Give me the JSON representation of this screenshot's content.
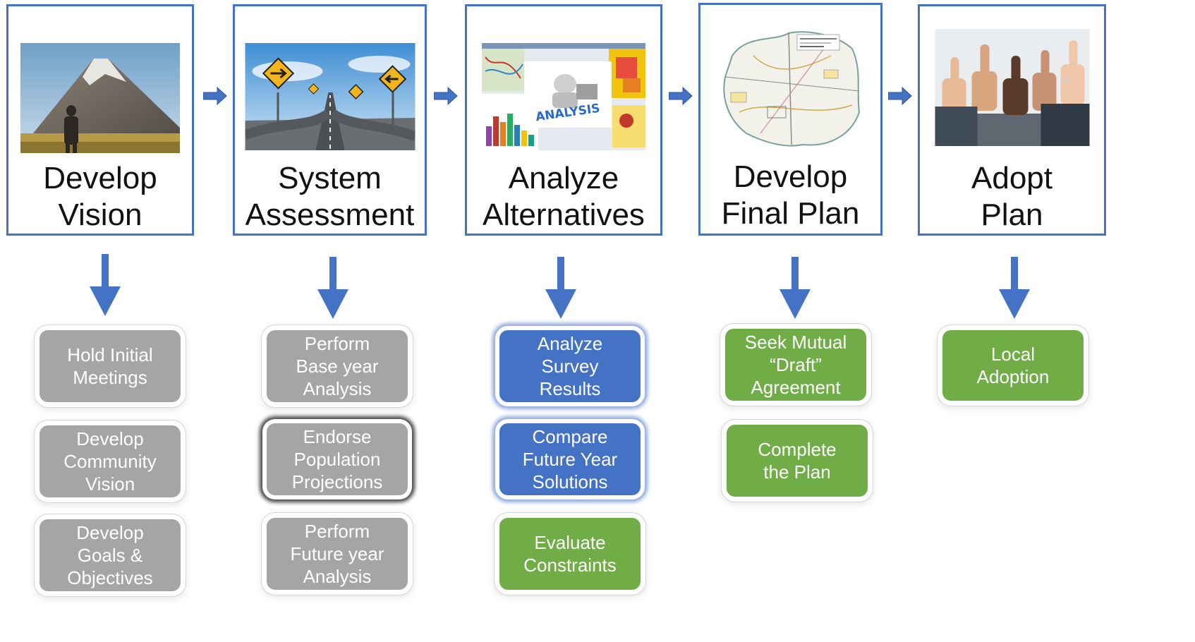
{
  "colors": {
    "stage_border": "#4472c4",
    "arrow": "#4472c4",
    "task_gray": "#a5a5a5",
    "task_blue": "#4472c4",
    "task_green": "#70ad47"
  },
  "stages": [
    {
      "title": "Develop\nVision",
      "image": "mountain-hiker-photo",
      "tasks": [
        {
          "label": "Hold Initial\nMeetings",
          "color": "gray"
        },
        {
          "label": "Develop\nCommunity\nVision",
          "color": "gray"
        },
        {
          "label": "Develop\nGoals &\nObjectives",
          "color": "gray"
        }
      ]
    },
    {
      "title": "System\nAssessment",
      "image": "road-signs-photo",
      "tasks": [
        {
          "label": "Perform\nBase year\nAnalysis",
          "color": "gray"
        },
        {
          "label": "Endorse\nPopulation\nProjections",
          "color": "gray-highlighted"
        },
        {
          "label": "Perform\nFuture year\nAnalysis",
          "color": "gray"
        }
      ]
    },
    {
      "title": "Analyze\nAlternatives",
      "image": "analysis-charts-collage",
      "image_text": "ANALYSIS",
      "tasks": [
        {
          "label": "Analyze\nSurvey\nResults",
          "color": "blue"
        },
        {
          "label": "Compare\nFuture Year\nSolutions",
          "color": "blue"
        },
        {
          "label": "Evaluate\nConstraints",
          "color": "green"
        }
      ]
    },
    {
      "title": "Develop\nFinal Plan",
      "image": "plan-map-image",
      "tasks": [
        {
          "label": "Seek Mutual\n“Draft”\nAgreement",
          "color": "green"
        },
        {
          "label": "Complete\nthe Plan",
          "color": "green"
        }
      ]
    },
    {
      "title": "Adopt\nPlan",
      "image": "thumbs-up-photo",
      "tasks": [
        {
          "label": "Local\nAdoption",
          "color": "green"
        }
      ]
    }
  ]
}
